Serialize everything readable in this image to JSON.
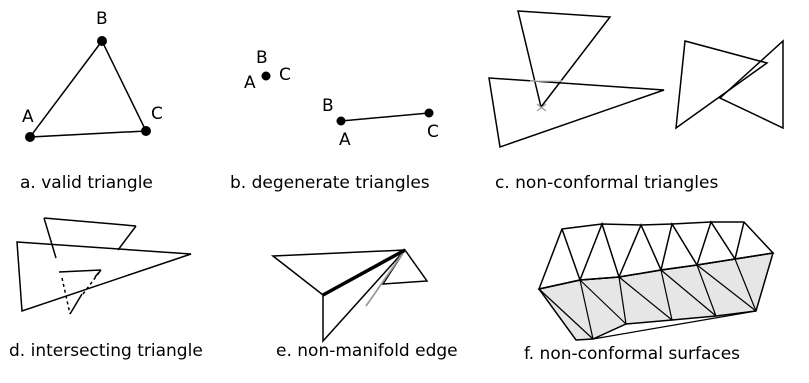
{
  "panels": {
    "a": {
      "caption": "a. valid triangle",
      "vertex_labels": [
        "A",
        "B",
        "C"
      ]
    },
    "b": {
      "caption": "b. degenerate triangles",
      "point_labels": [
        "B",
        "A",
        "C"
      ],
      "segment_labels": [
        "B",
        "A",
        "C"
      ]
    },
    "c": {
      "caption": "c. non-conformal triangles"
    },
    "d": {
      "caption": "d. intersecting triangle"
    },
    "e": {
      "caption": "e. non-manifold edge"
    },
    "f": {
      "caption": "f. non-conformal surfaces"
    }
  },
  "colors": {
    "stroke": "#000000",
    "shaded_surface": "#e6e6e6",
    "hidden_edge": "#9a9a9a"
  }
}
